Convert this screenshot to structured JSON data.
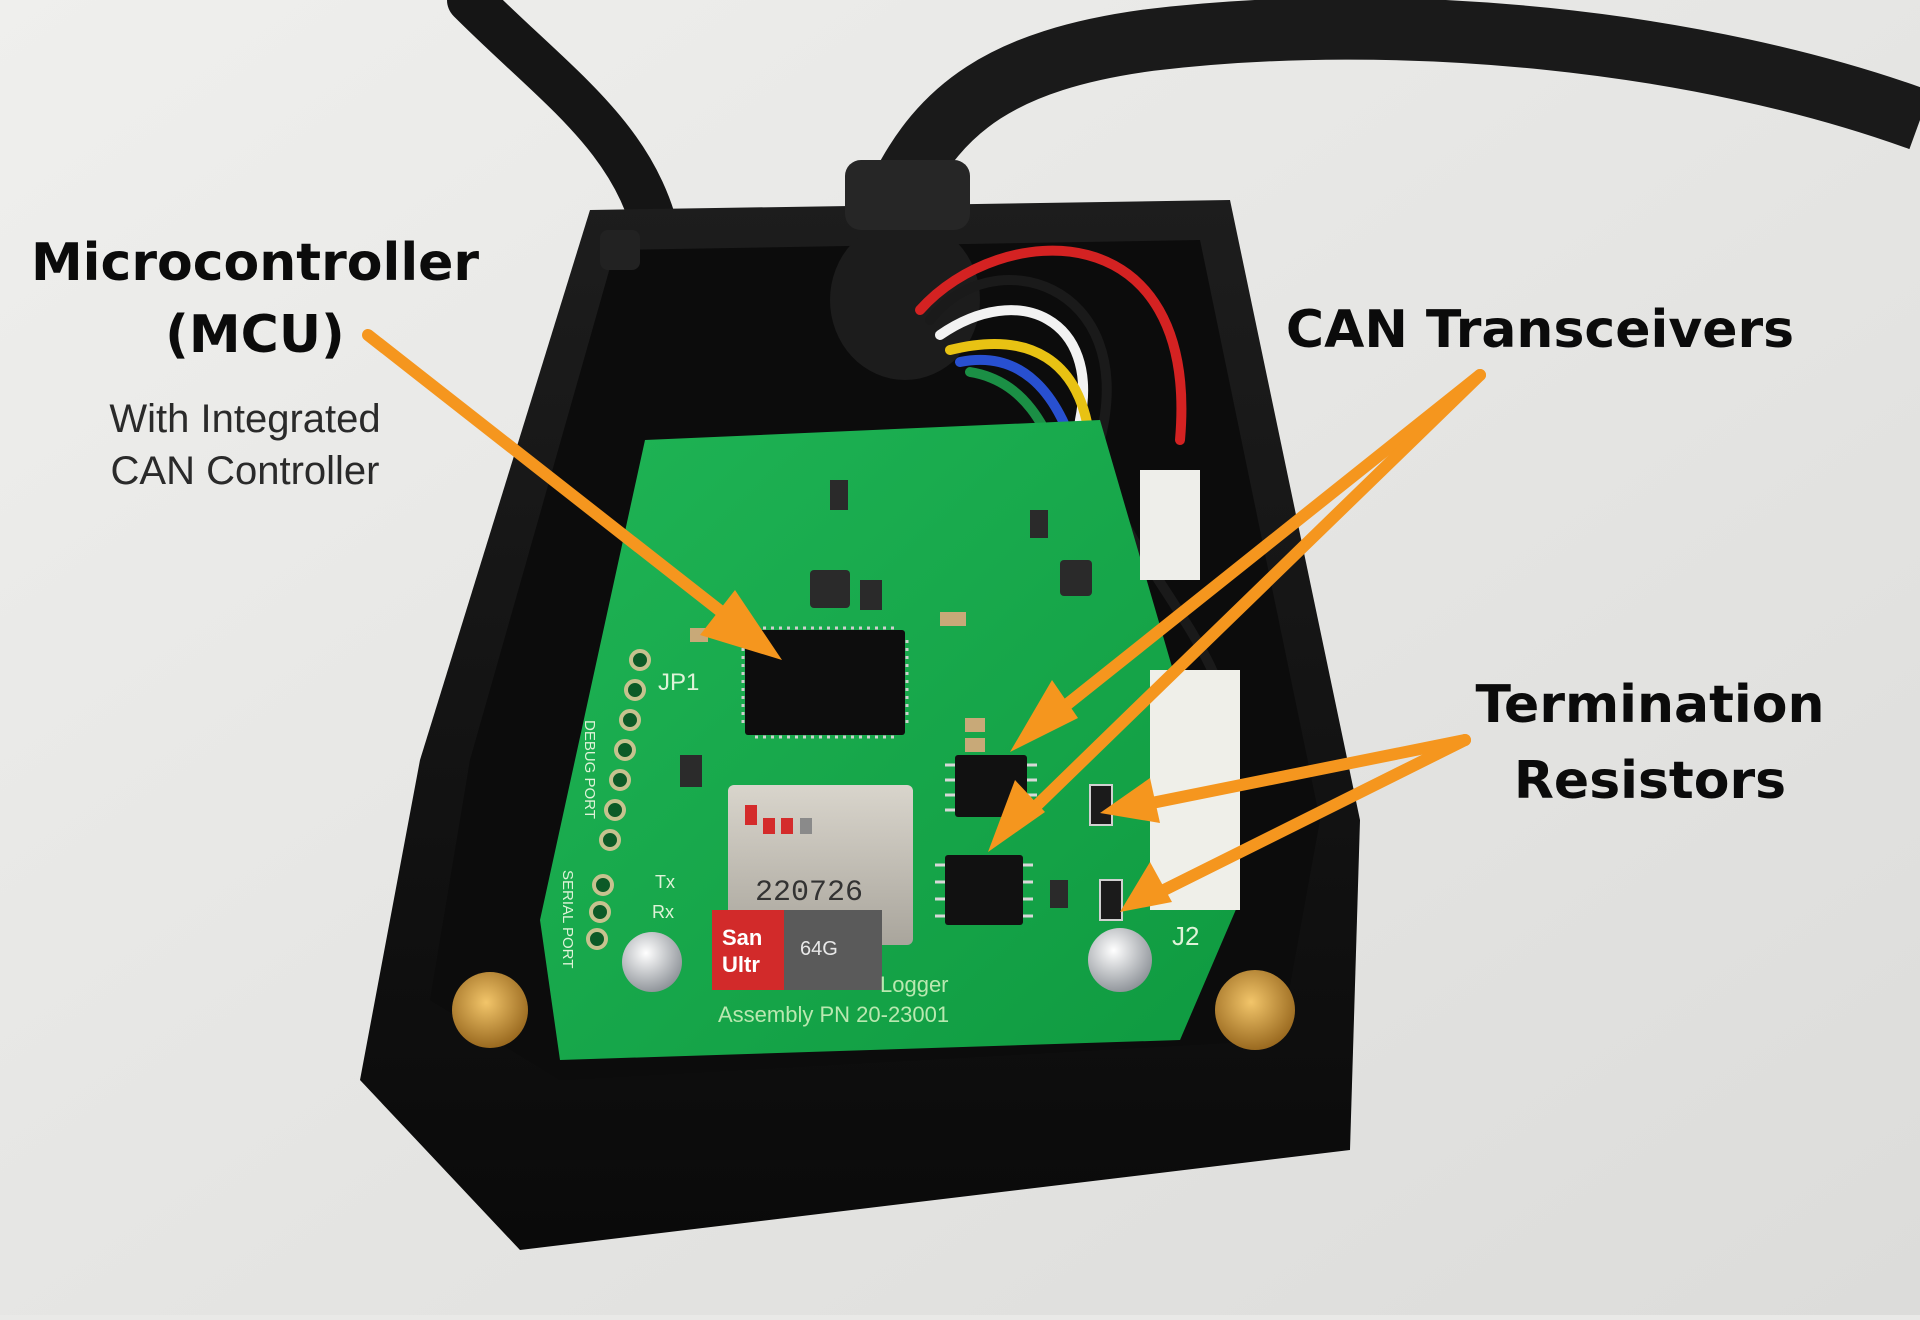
{
  "annotations": {
    "mcu": {
      "title_line1": "Microcontroller",
      "title_line2": "(MCU)",
      "subtitle_line1": "With Integrated",
      "subtitle_line2": "CAN Controller"
    },
    "can": {
      "title": "CAN Transceivers"
    },
    "term": {
      "title_line1": "Termination",
      "title_line2": "Resistors"
    }
  },
  "board": {
    "assembly_pn": "Assembly PN 20-23001",
    "name_fragment": "Logger",
    "jp1": "JP1",
    "j2": "J2",
    "tx": "Tx",
    "rx": "Rx",
    "debug_port": "DEBUG PORT",
    "serial_port": "SERIAL PORT",
    "sd_code": "220726",
    "sd_brand_1": "San",
    "sd_brand_2": "Ultr",
    "sd_capacity": "64G"
  },
  "colors": {
    "arrow": "#f5961e",
    "pcb": "#14a84a",
    "enclosure": "#121212",
    "background": "#e9e9e7"
  }
}
